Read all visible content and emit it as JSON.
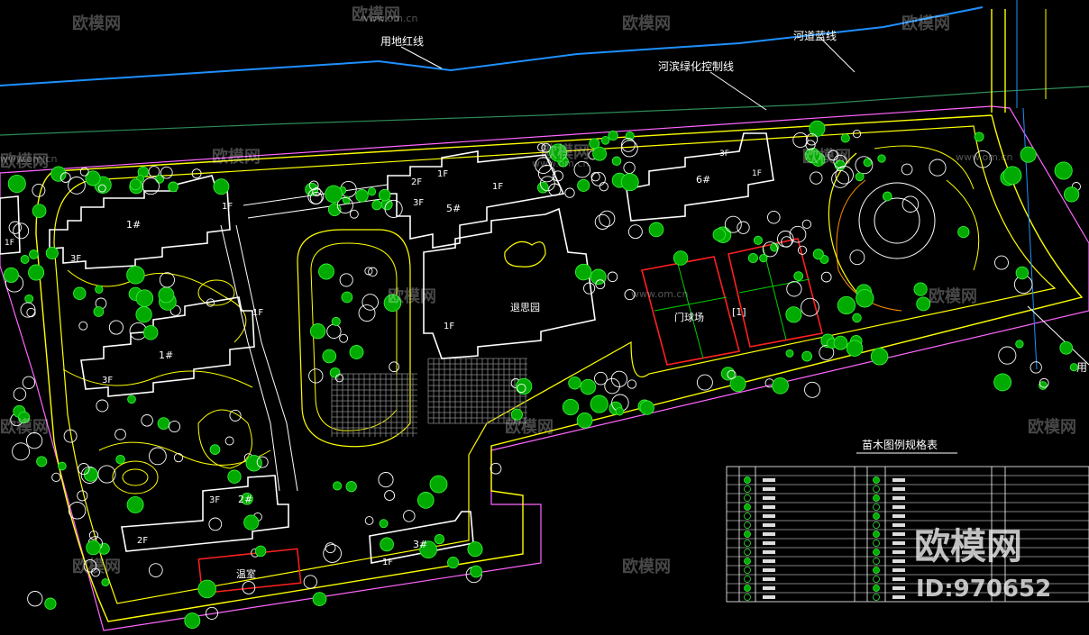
{
  "labels": {
    "red_line": "用地红线",
    "url_top": "www.om.cn",
    "river_blue_line": "河道蓝线",
    "green_control_line": "河滨绿化控制线",
    "partial_right": "用"
  },
  "buildings": [
    {
      "id": "b1a",
      "name": "1#",
      "floor_left": "3F",
      "floor_right": "1F"
    },
    {
      "id": "b1b",
      "name": "1#",
      "floor_left": "3F",
      "floor_right": "1F"
    },
    {
      "id": "b2",
      "name": "2#",
      "floor_left": "2F",
      "floor_right": "3F"
    },
    {
      "id": "b3",
      "name": "3#",
      "floor_left": "1F"
    },
    {
      "id": "b5",
      "name": "5#",
      "floor_a": "2F",
      "floor_b": "1F",
      "floor_c": "3F",
      "floor_d": "1F",
      "floor_e": "1F"
    },
    {
      "id": "b6",
      "name": "6#",
      "floor_a": "3F",
      "floor_b": "1F"
    }
  ],
  "areas": {
    "activity_room": "退思园",
    "gate_court": "门球场",
    "greenhouse": "温室",
    "court_mark": "[1]",
    "edge_1f": "1F"
  },
  "table": {
    "title": "苗木图例规格表"
  },
  "watermarks": {
    "brand": "欧模网",
    "url": "www.om.cn",
    "id_text": "ID:970652"
  },
  "colors": {
    "background": "#000000",
    "building": "#ffffff",
    "road": "#ffff00",
    "property_line": "#ff66ff",
    "river": "#1e90ff",
    "green_line": "#2e8b57",
    "tree": "#00cc00",
    "court": "#ff2020"
  }
}
